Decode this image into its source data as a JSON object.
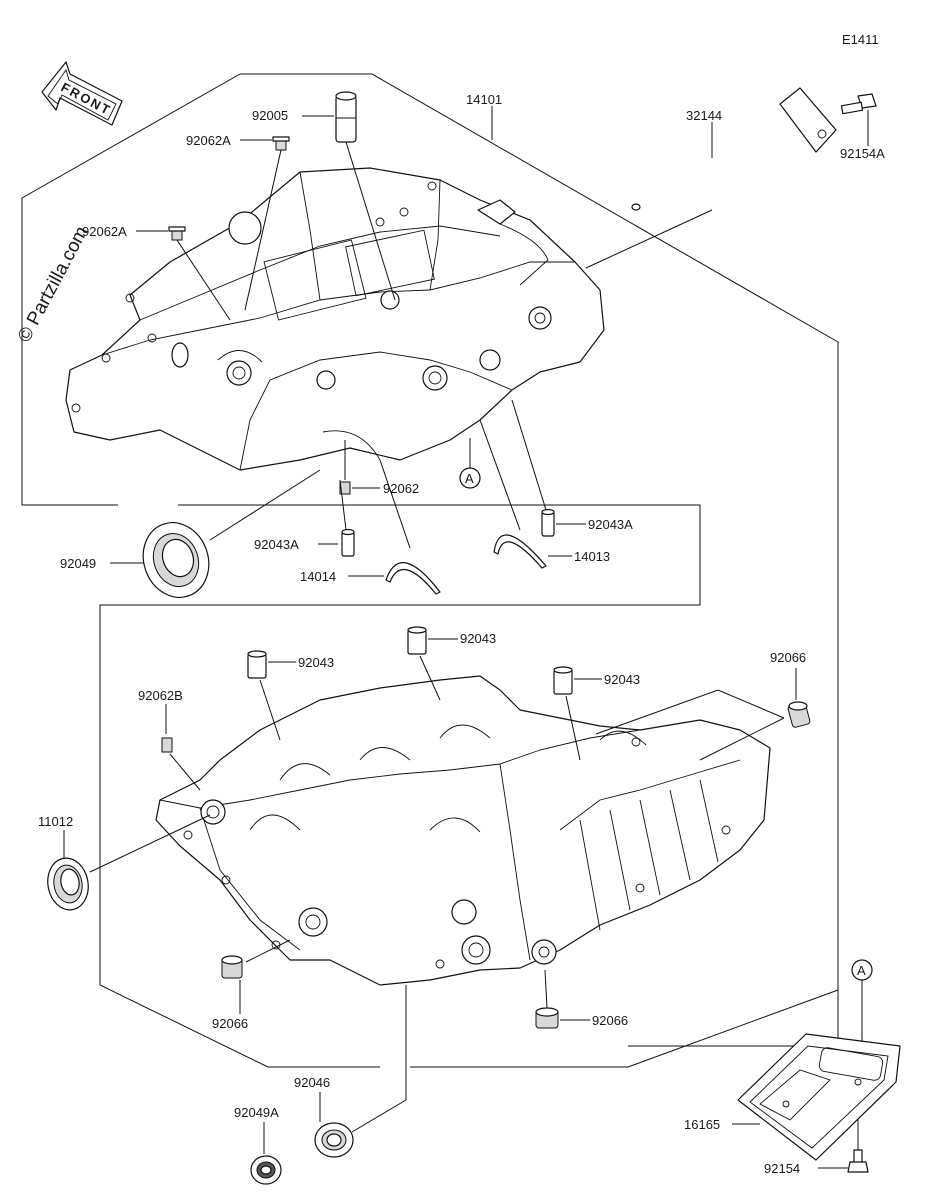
{
  "diagram_id": "E1411",
  "watermark": "© Partzilla.com",
  "front_arrow_label": "FRONT",
  "reference_mark": "A",
  "labels": {
    "p92005": "92005",
    "p92062A_1": "92062A",
    "p92062A_2": "92062A",
    "p14101": "14101",
    "p32144": "32144",
    "p92154A": "92154A",
    "p92062": "92062",
    "p92043A_1": "92043A",
    "p92043A_2": "92043A",
    "p92049": "92049",
    "p14014": "14014",
    "p14013": "14013",
    "p92043_1": "92043",
    "p92043_2": "92043",
    "p92043_3": "92043",
    "p92066_1": "92066",
    "p92066_2": "92066",
    "p92066_3": "92066",
    "p92062B": "92062B",
    "p11012": "11012",
    "p92046": "92046",
    "p92049A": "92049A",
    "p16165": "16165",
    "p92154": "92154"
  }
}
